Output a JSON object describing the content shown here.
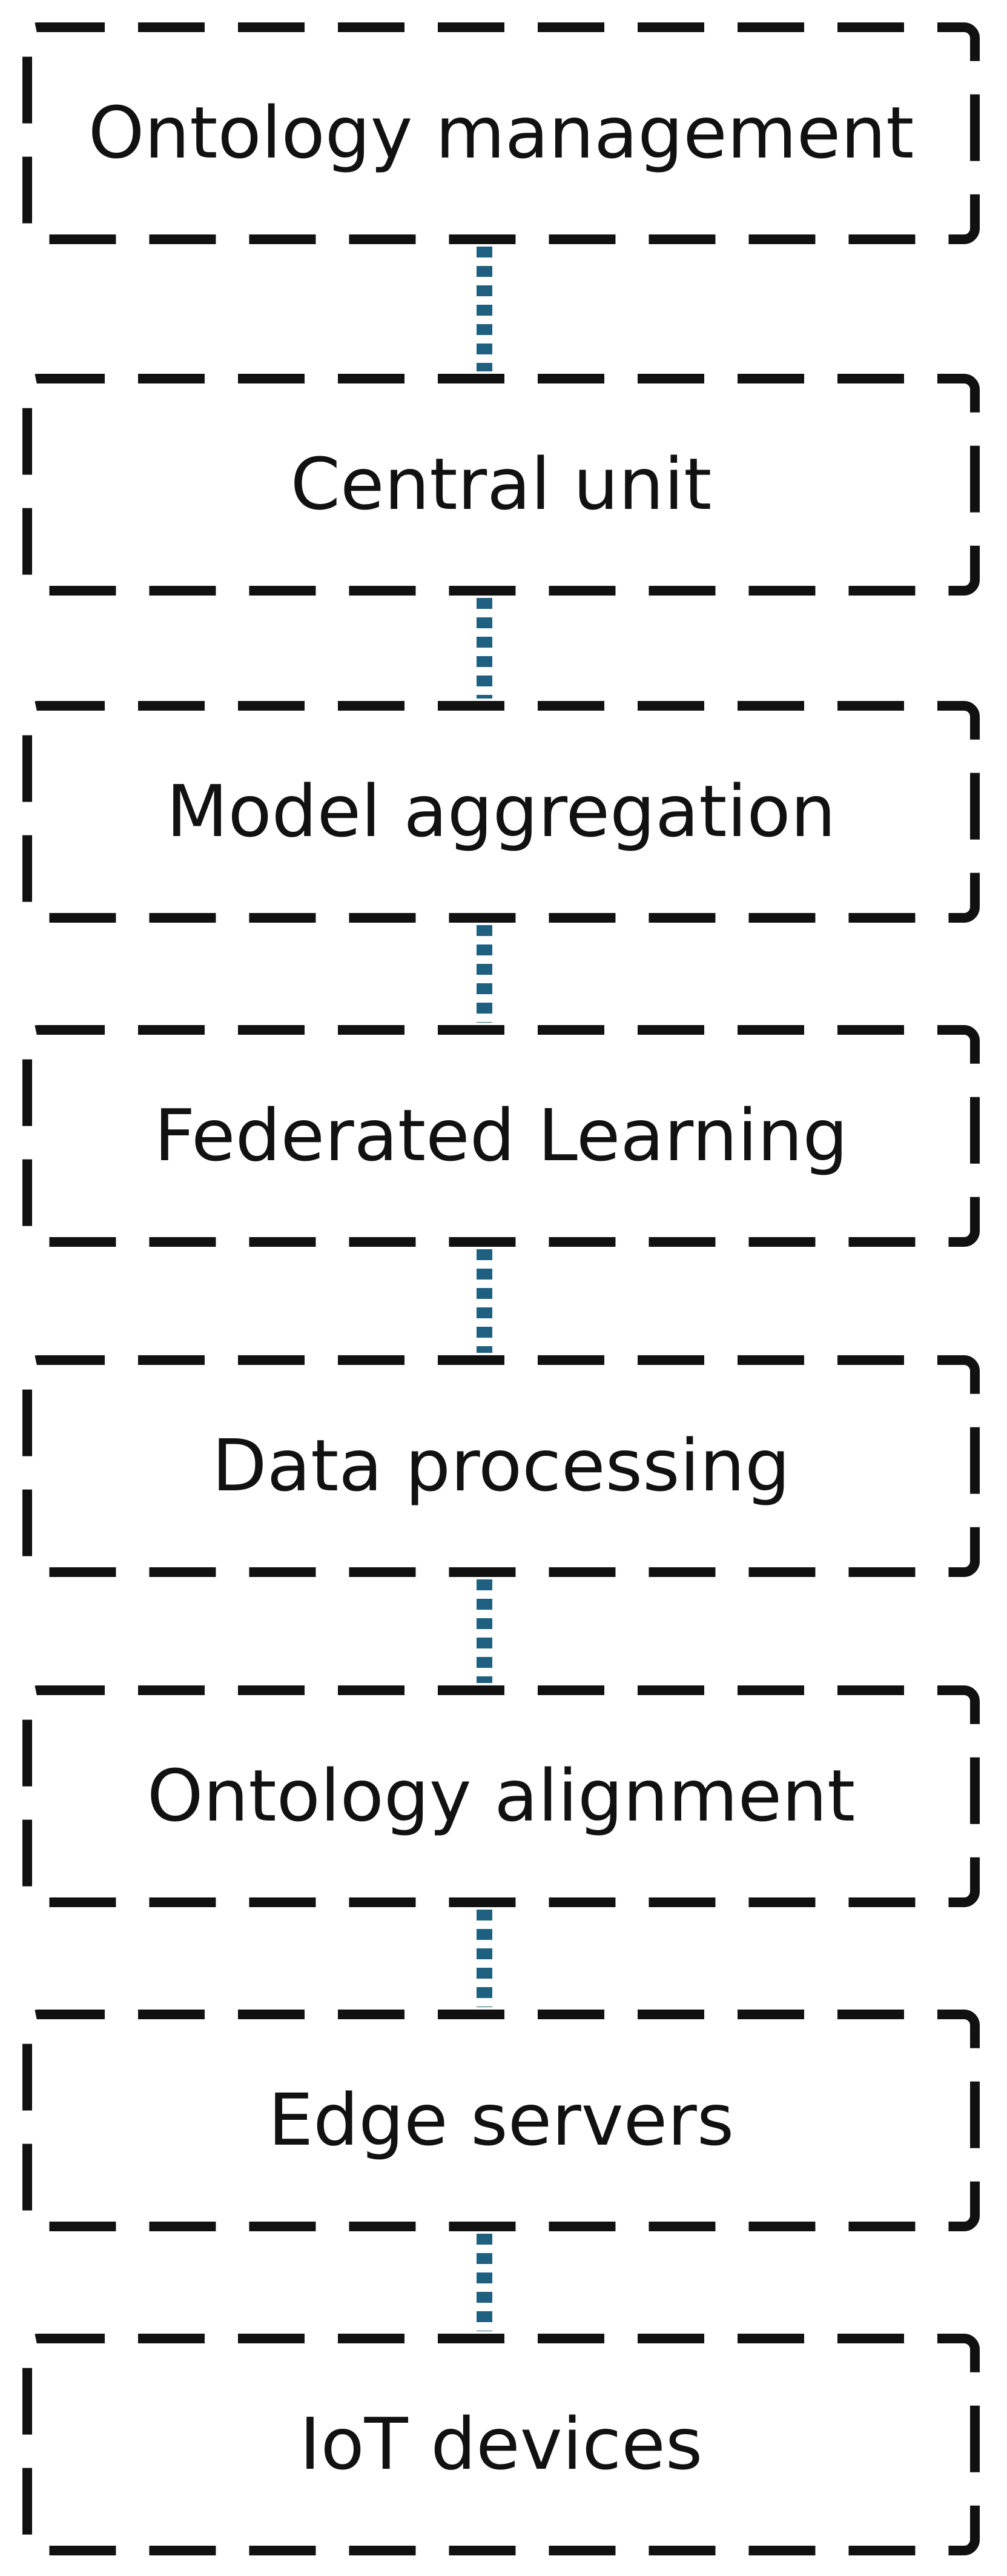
{
  "diagram": {
    "type": "vertical-layer-stack",
    "layers": [
      {
        "label": "Ontology management"
      },
      {
        "label": "Central unit"
      },
      {
        "label": "Model aggregation"
      },
      {
        "label": "Federated Learning"
      },
      {
        "label": "Data processing"
      },
      {
        "label": "Ontology alignment"
      },
      {
        "label": "Edge servers"
      },
      {
        "label": "IoT devices"
      }
    ],
    "colors": {
      "box_border": "#111111",
      "connector": "#1f5f7f",
      "text": "#111111",
      "background": "#ffffff"
    }
  }
}
